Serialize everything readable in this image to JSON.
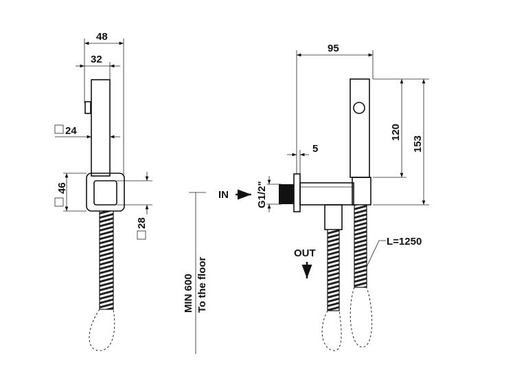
{
  "side_view": {
    "dim_width_total": "48",
    "dim_width_handle": "32",
    "dim_handle_section": "24",
    "dim_holder_height": "46",
    "dim_holder_inner": "28"
  },
  "front_view": {
    "dim_projection": "95",
    "dim_plate": "5",
    "dim_handle_length": "120",
    "dim_total_height": "153",
    "thread_label": "G1/2\"",
    "inlet_label": "IN",
    "outlet_label": "OUT",
    "hose_length_label": "L=1250",
    "min_height_label": "MIN 600",
    "floor_label": "To the floor"
  }
}
